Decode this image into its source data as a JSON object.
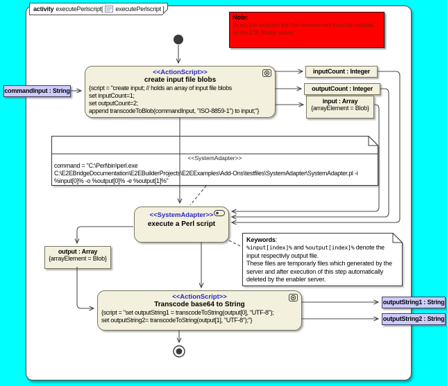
{
  "colors": {
    "background": "#00ffff",
    "stereotype_blue": "#2929c8",
    "node_fill": "#f3f0dd",
    "pin_fill": "#ccccff",
    "note_red_fill": "#ff0000"
  },
  "frame_tab": {
    "keyword": "activity",
    "name": "executePerlscript[",
    "suffix": "executePerlscript ]"
  },
  "red_note": {
    "title": "Note:",
    "lines": [
      "To run this example the Perl environment must be installed",
      "on the E2E Bridge server."
    ]
  },
  "actions": {
    "create": {
      "stereotype": "<<ActionScript>>",
      "name": "create input file blobs",
      "script": [
        "{script = \"create input; // holds an array of input file blobs",
        "set inputCount=1;",
        "set outputCount=2;",
        "append transcodeToBlob(commandInput, \"ISO-8859-1\") to input;\"}"
      ]
    },
    "execute": {
      "stereotype": "<<SystemAdapter>>",
      "name": "execute a Perl script"
    },
    "transcode": {
      "stereotype": "<<ActionScript>>",
      "name": "Transcode base64 to String",
      "script": [
        "{script = \"set outputString1 = transcodeToString(output[0], \"UTF-8\");",
        "set outputString2= transcodeToString(output[1], \"UTF-8\");\"}"
      ]
    }
  },
  "command_note": {
    "stereotype": "<<SystemAdapter>>",
    "lines": [
      "command = \"C:\\Perl\\bin\\perl.exe",
      "C:\\E2EBridgeDocumentation\\E2EBuilderProjects\\E2EExamples\\Add-Ons\\testfiles\\SystemAdapter\\SystemAdapter.pl -i",
      "%input[0]% -o %output[0]% -e %output[1]%\""
    ]
  },
  "keywords_note": {
    "title": "Keywords",
    "colon": ":",
    "mono1": "%input[index]%",
    "joiner": " and ",
    "mono2": "%output[index]%",
    "rest1": " denote the input respectivly output file.",
    "para2": "These files are temporarly files which generated by the server and after execution of this step automatically deleted by the enabler server."
  },
  "pins": {
    "command_input": "commandInput : String",
    "input_count": "inputCount : Integer",
    "output_count": "outputCount : Integer",
    "input_title": "input : Array",
    "input_constraint": "{arrayElement = Blob}",
    "output_title": "output : Array",
    "output_constraint": "{arrayElement = Blob}",
    "output_string1": "outputString1 : String",
    "output_string2": "outputString2 : String"
  }
}
